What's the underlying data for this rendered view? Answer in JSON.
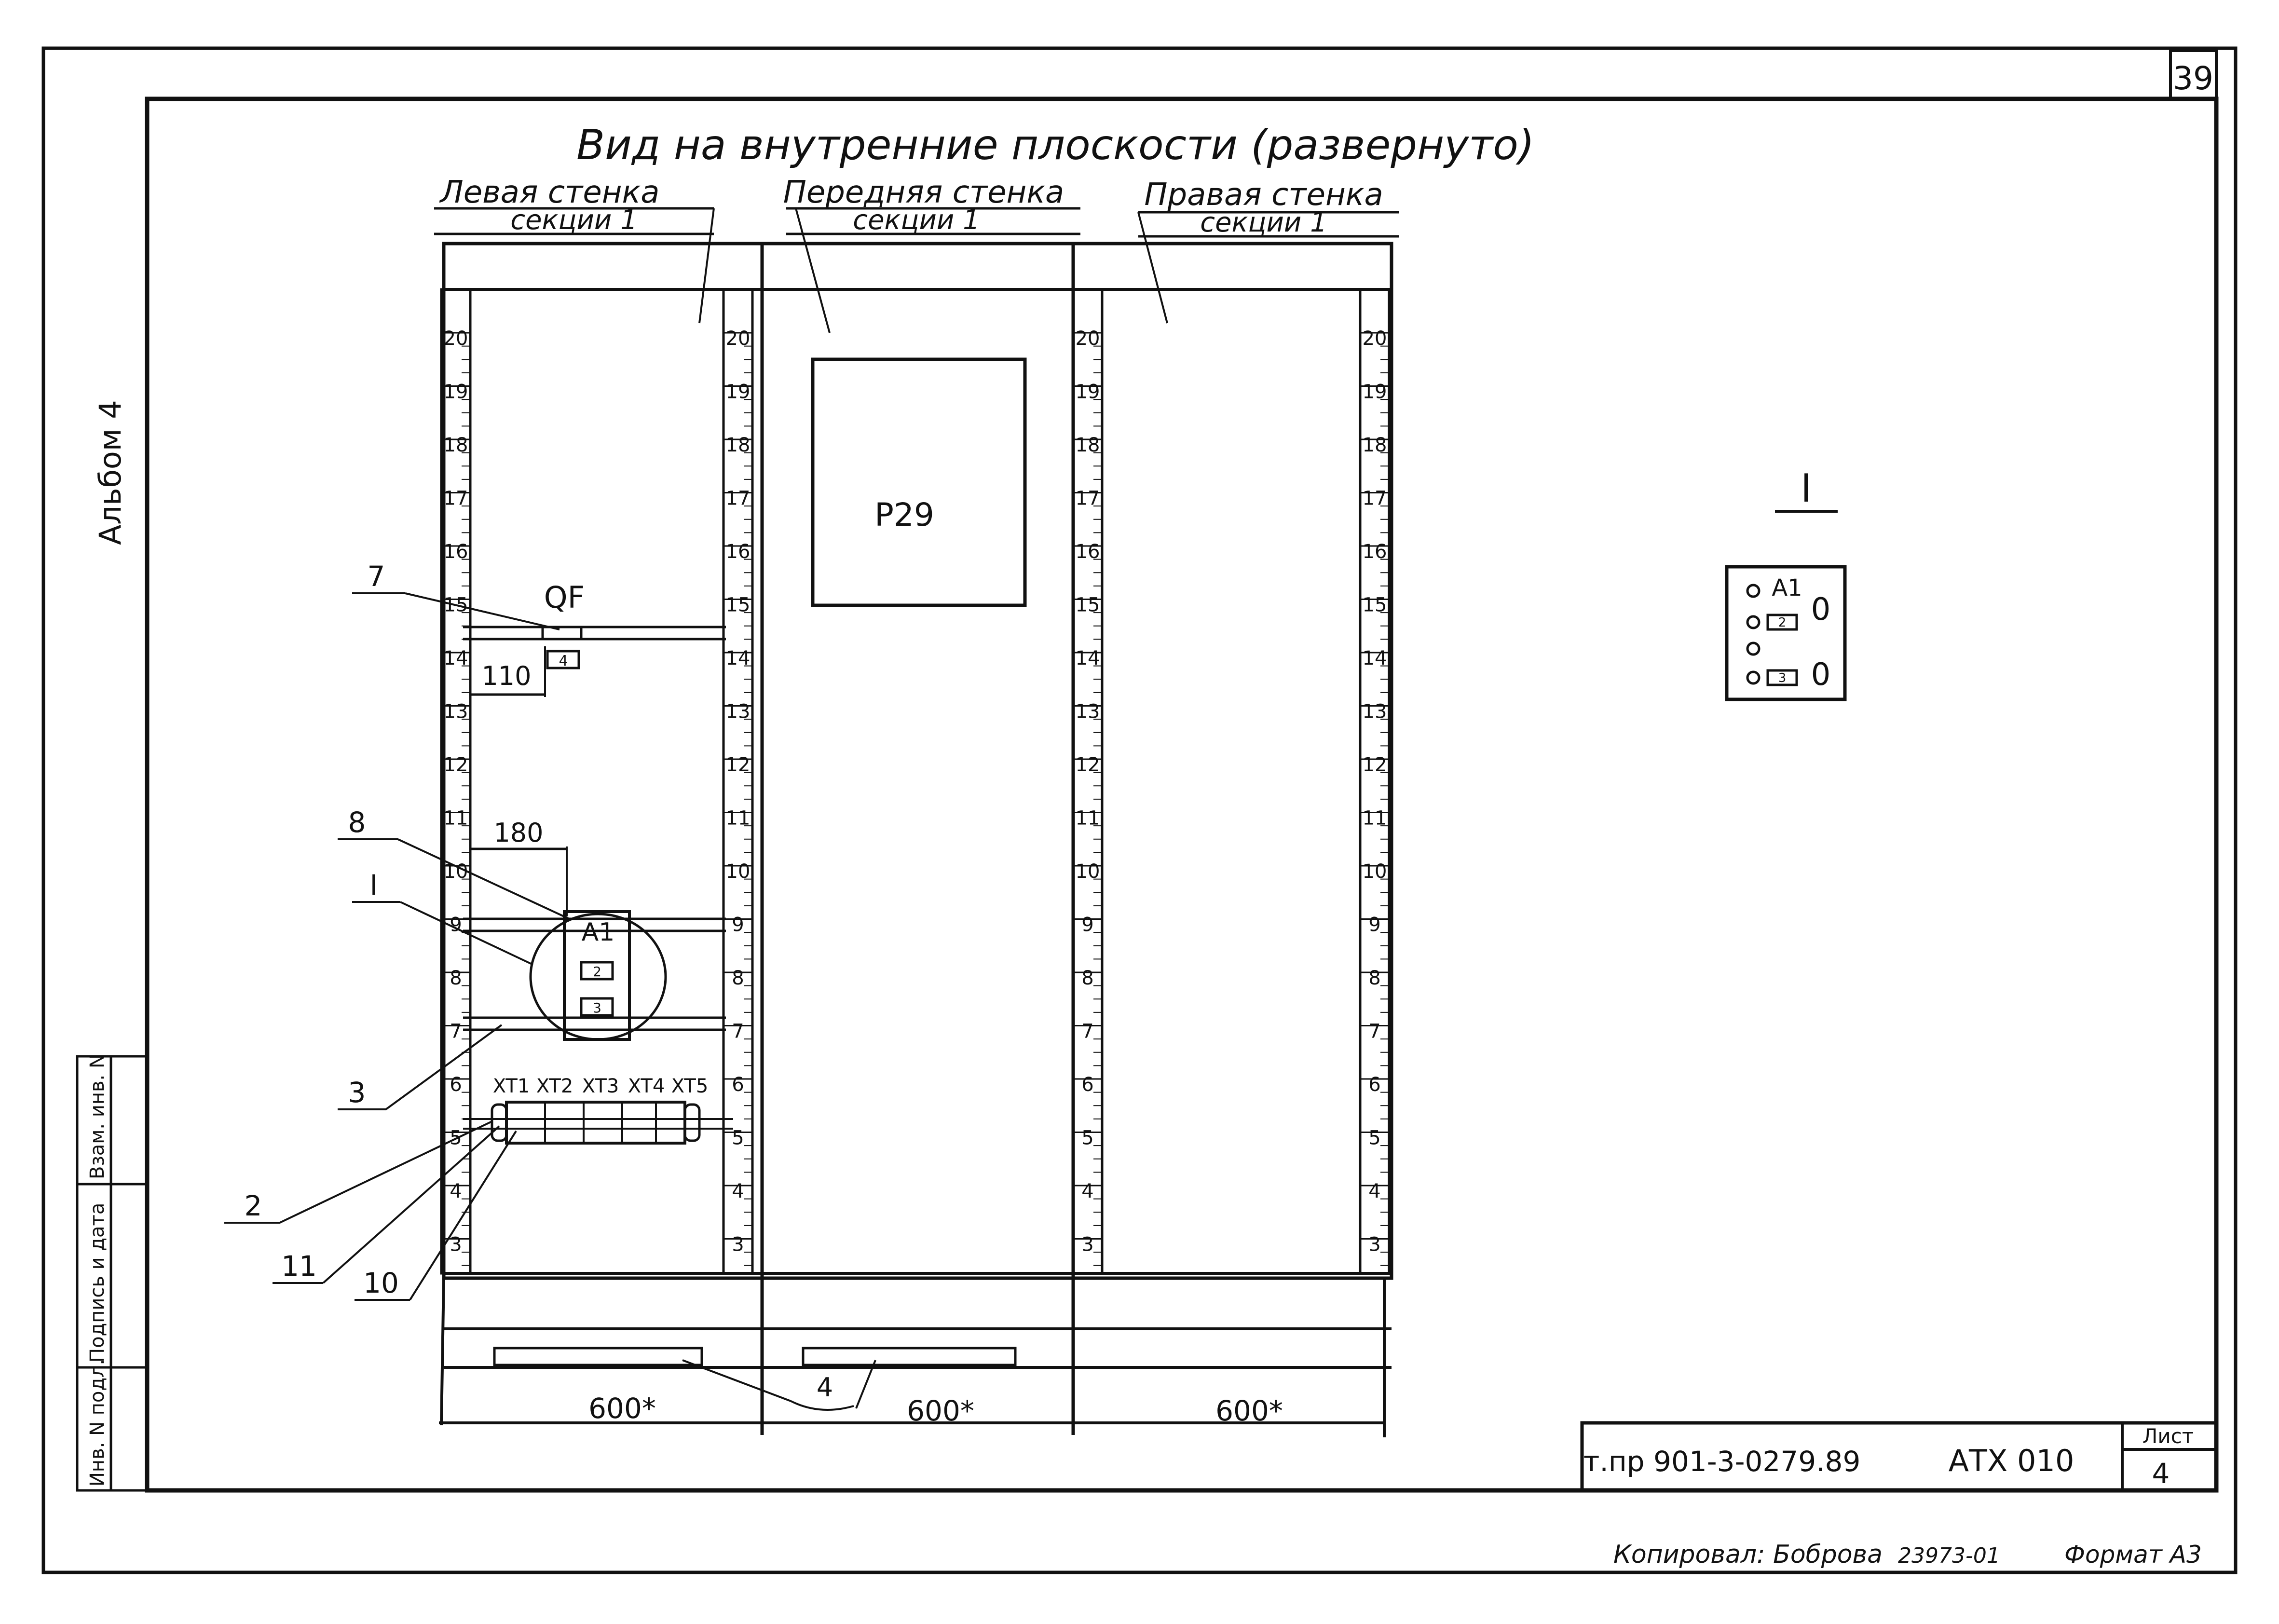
{
  "page_number": "39",
  "album": "Альбом 4",
  "title": "Вид на внутренние плоскости (развернуто)",
  "walls": [
    {
      "line1": "Левая стенка",
      "line2": "секции 1"
    },
    {
      "line1": "Передняя стенка",
      "line2": "секции 1"
    },
    {
      "line1": "Правая стенка",
      "line2": "секции 1"
    }
  ],
  "ruler_numbers": [
    "20",
    "19",
    "18",
    "17",
    "16",
    "15",
    "14",
    "13",
    "12",
    "11",
    "10",
    "9",
    "8",
    "7",
    "6",
    "5",
    "4",
    "3"
  ],
  "panel_label": "Р29",
  "breaker_label": "QF",
  "breaker_tag": "4",
  "device_label": "A1",
  "device_tags": [
    "2",
    "3"
  ],
  "terminals": [
    "XT1",
    "XT2",
    "XT3",
    "XT4",
    "XT5"
  ],
  "dimensions": {
    "dim_110": "110",
    "dim_180": "180"
  },
  "callouts": {
    "c7": "7",
    "c8": "8",
    "cI": "I",
    "c3": "3",
    "c2": "2",
    "c11": "11",
    "c10": "10",
    "c4": "4"
  },
  "width_labels": [
    "600*",
    "600*",
    "600*"
  ],
  "detail": {
    "title": "I",
    "label": "A1",
    "tags": [
      "2",
      "3"
    ],
    "marks": [
      "0",
      "0"
    ]
  },
  "side_stamp": [
    "Инв. N подл.",
    "Подпись и дата",
    "Взам. инв. N"
  ],
  "title_block": {
    "doc_number": "т.пр 901-3-0279.89",
    "code": "АТХ 010",
    "sheet_label": "Лист",
    "sheet_number": "4"
  },
  "footer": {
    "copied": "Копировал: Боброва",
    "order": "23973-01",
    "format": "Формат А3"
  }
}
